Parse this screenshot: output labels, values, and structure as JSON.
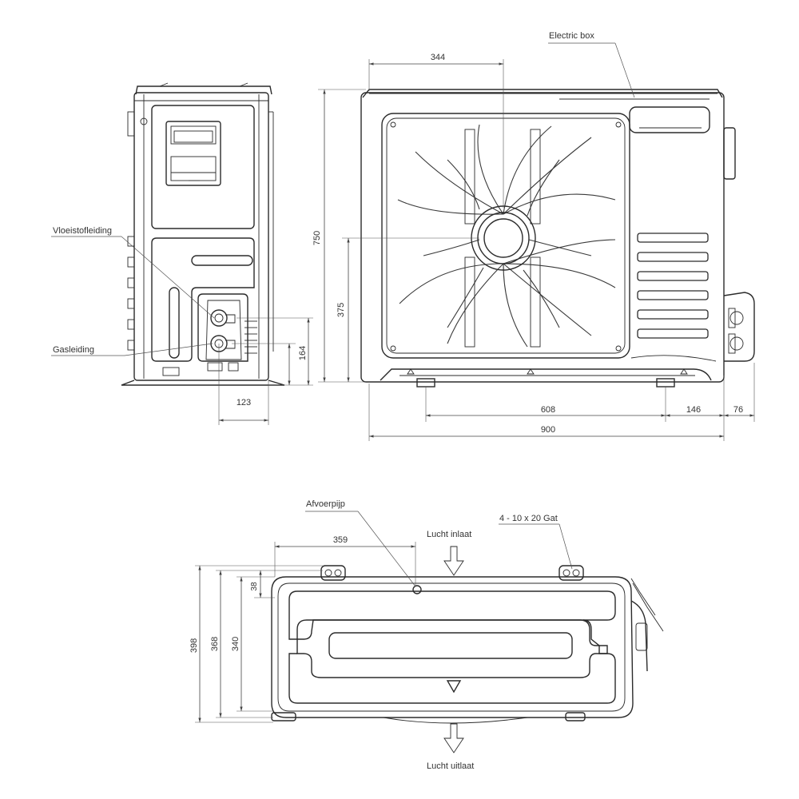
{
  "labels": {
    "electric_box": "Electric box",
    "liquid_line": "Vloeistofleiding",
    "gas_line": "Gasleiding",
    "drain_pipe": "Afvoerpijp",
    "air_inlet": "Lucht inlaat",
    "air_outlet": "Lucht uitlaat",
    "mount_holes": "4 - 10 x 20 Gat"
  },
  "dimensions": {
    "fan_offset": "344",
    "height": "750",
    "fan_center_height": "375",
    "gas_height": "164",
    "pipe_offset": "123",
    "feet_spacing": "608",
    "foot_to_edge": "146",
    "valve_projection": "76",
    "width": "900",
    "drain_offset": "359",
    "depth_total": "398",
    "depth_feet": "368",
    "depth_body": "340",
    "foot_depth": "38"
  }
}
